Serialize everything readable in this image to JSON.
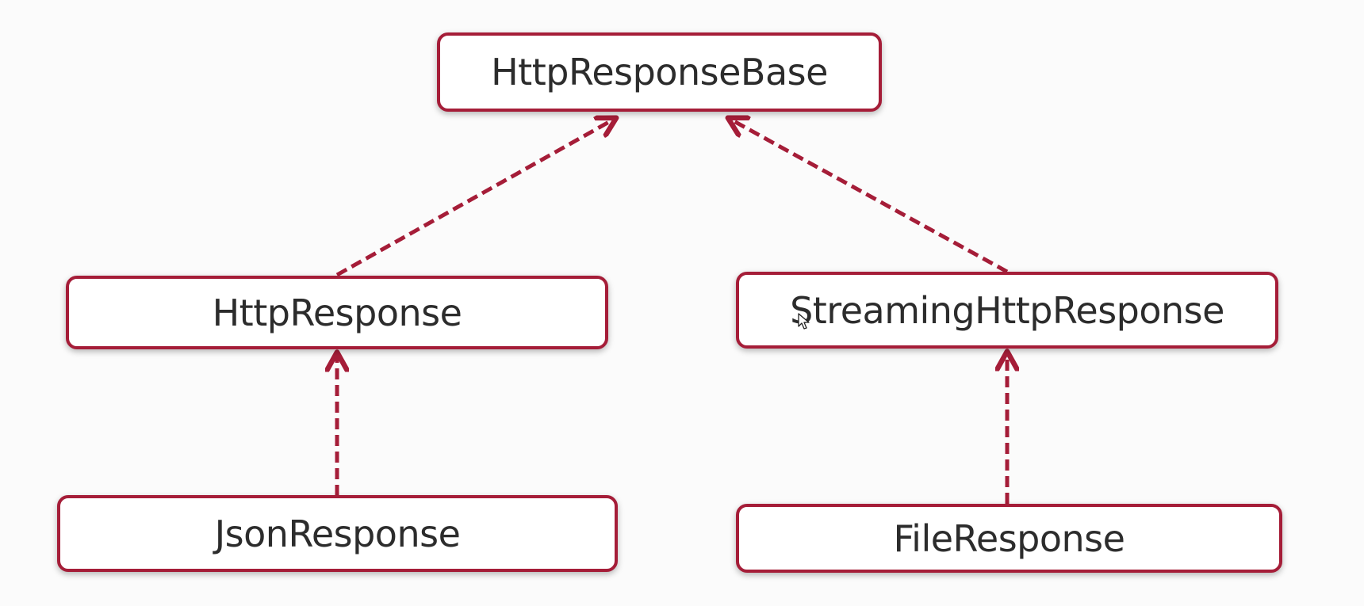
{
  "diagram": {
    "nodes": {
      "base": {
        "label": "HttpResponseBase"
      },
      "http_response": {
        "label": "HttpResponse"
      },
      "streaming_response": {
        "label": "StreamingHttpResponse"
      },
      "json_response": {
        "label": "JsonResponse"
      },
      "file_response": {
        "label": "FileResponse"
      }
    },
    "edges": [
      {
        "from": "http_response",
        "to": "base",
        "style": "dashed"
      },
      {
        "from": "streaming_response",
        "to": "base",
        "style": "dashed"
      },
      {
        "from": "json_response",
        "to": "http_response",
        "style": "dashed"
      },
      {
        "from": "file_response",
        "to": "streaming_response",
        "style": "dashed"
      }
    ],
    "colors": {
      "accent": "#a51d38",
      "background": "#fbfbfb",
      "node_fill": "#ffffff",
      "text": "#2c2c2c"
    }
  }
}
